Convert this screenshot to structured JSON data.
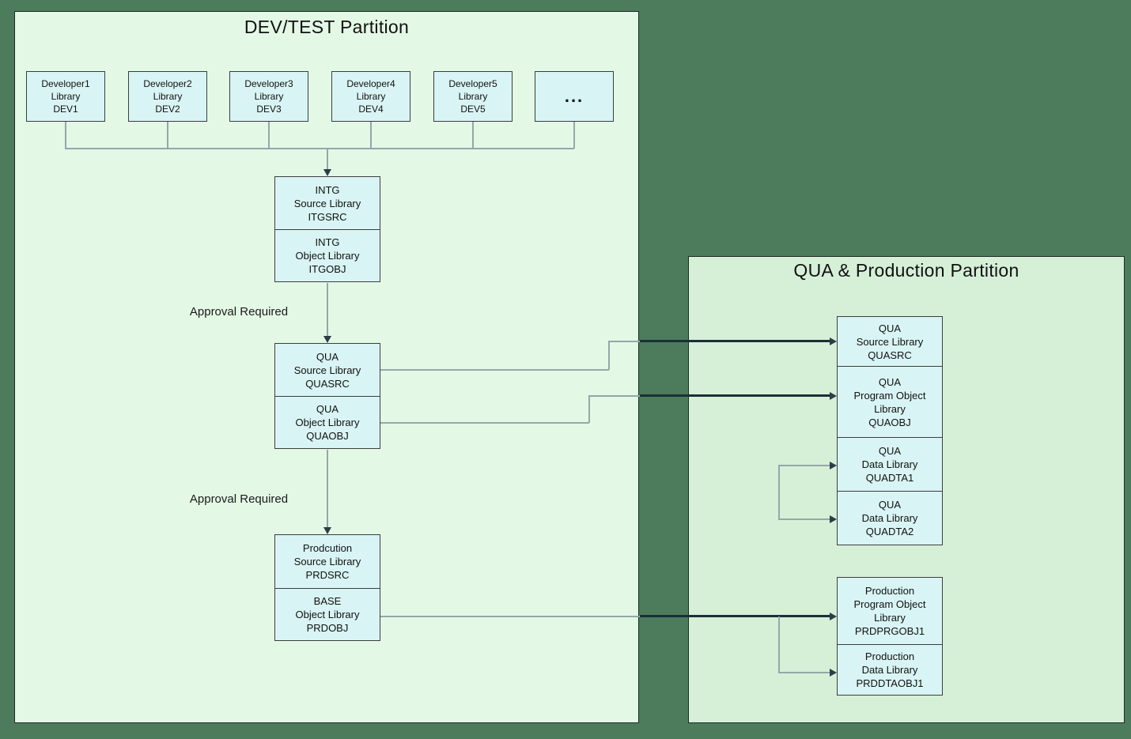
{
  "left_panel": {
    "title": "DEV/TEST Partition",
    "approval_label_1": "Approval Required",
    "approval_label_2": "Approval Required",
    "developers": [
      {
        "lines": [
          "Developer1",
          "Library",
          "DEV1"
        ]
      },
      {
        "lines": [
          "Developer2",
          "Library",
          "DEV2"
        ]
      },
      {
        "lines": [
          "Developer3",
          "Library",
          "DEV3"
        ]
      },
      {
        "lines": [
          "Developer4",
          "Library",
          "DEV4"
        ]
      },
      {
        "lines": [
          "Developer5",
          "Library",
          "DEV5"
        ]
      },
      {
        "lines": [
          "..."
        ]
      }
    ],
    "intg_source": [
      "INTG",
      "Source Library",
      "ITGSRC"
    ],
    "intg_object": [
      "INTG",
      "Object Library",
      "ITGOBJ"
    ],
    "qua_source": [
      "QUA",
      "Source Library",
      "QUASRC"
    ],
    "qua_object": [
      "QUA",
      "Object Library",
      "QUAOBJ"
    ],
    "prod_source": [
      "Prodcution",
      "Source Library",
      "PRDSRC"
    ],
    "base_object": [
      "BASE",
      "Object Library",
      "PRDOBJ"
    ]
  },
  "right_panel": {
    "title": "QUA & Production Partition",
    "qua_source": [
      "QUA",
      "Source Library",
      "QUASRC"
    ],
    "qua_program_object": [
      "QUA",
      "Program Object",
      "Library",
      "QUAOBJ"
    ],
    "qua_data_1": [
      "QUA",
      "Data Library",
      "QUADTA1"
    ],
    "qua_data_2": [
      "QUA",
      "Data Library",
      "QUADTA2"
    ],
    "prod_program_object": [
      "Production",
      "Program Object",
      "Library",
      "PRDPRGOBJ1"
    ],
    "prod_data": [
      "Production",
      "Data Library",
      "PRDDTAOBJ1"
    ]
  },
  "colors": {
    "background": "#4d7c5c",
    "left_panel_fill": "#e4f8e6",
    "right_panel_fill": "#d6f0d8",
    "node_fill": "#d9f4f4",
    "node_border": "#3d3d3d",
    "connector_thin": "#93a8a8",
    "connector_thick": "#1b2f38"
  }
}
